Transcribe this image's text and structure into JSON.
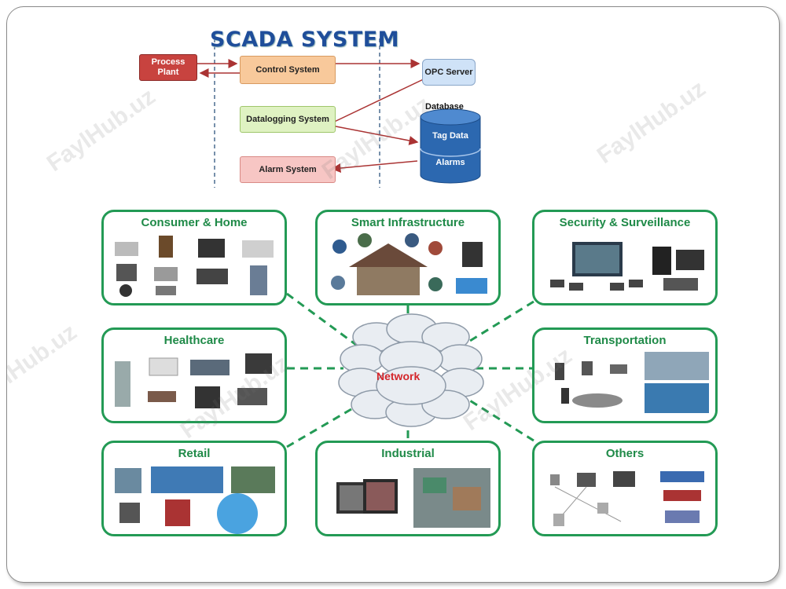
{
  "scada": {
    "title": "SCADA SYSTEM",
    "process_plant": "Process Plant",
    "control_system": "Control System",
    "opc_server": "OPC Server",
    "datalogging_system": "Datalogging System",
    "alarm_system": "Alarm System",
    "database_label": "Database",
    "tag_data": "Tag Data",
    "alarms": "Alarms"
  },
  "network": {
    "label": "Network"
  },
  "categories": {
    "consumer_home": "Consumer & Home",
    "smart_infrastructure": "Smart Infrastructure",
    "security_surveillance": "Security & Surveillance",
    "healthcare": "Healthcare",
    "transportation": "Transportation",
    "retail": "Retail",
    "industrial": "Industrial",
    "others": "Others"
  },
  "watermark": "FaylHub.uz",
  "colors": {
    "category_border": "#239a55",
    "network_label": "#d4262b",
    "title": "#1f4e9a"
  }
}
